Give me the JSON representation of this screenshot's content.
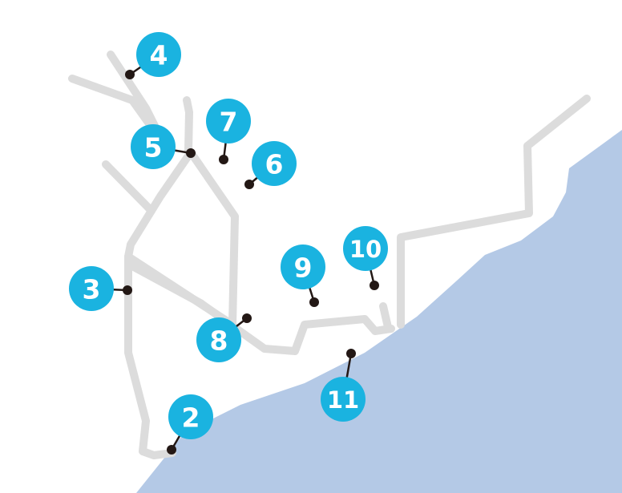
{
  "colors": {
    "sea": "#b4c9e6",
    "road": "#dcdcdc",
    "marker_badge": "#1ab3e0",
    "marker_text": "#ffffff",
    "marker_pin": "#231815",
    "land": "#ffffff"
  },
  "markers": [
    {
      "id": "2",
      "label": "2"
    },
    {
      "id": "3",
      "label": "3"
    },
    {
      "id": "4",
      "label": "4"
    },
    {
      "id": "5",
      "label": "5"
    },
    {
      "id": "6",
      "label": "6"
    },
    {
      "id": "7",
      "label": "7"
    },
    {
      "id": "8",
      "label": "8"
    },
    {
      "id": "9",
      "label": "9"
    },
    {
      "id": "10",
      "label": "10"
    },
    {
      "id": "11",
      "label": "11"
    }
  ]
}
